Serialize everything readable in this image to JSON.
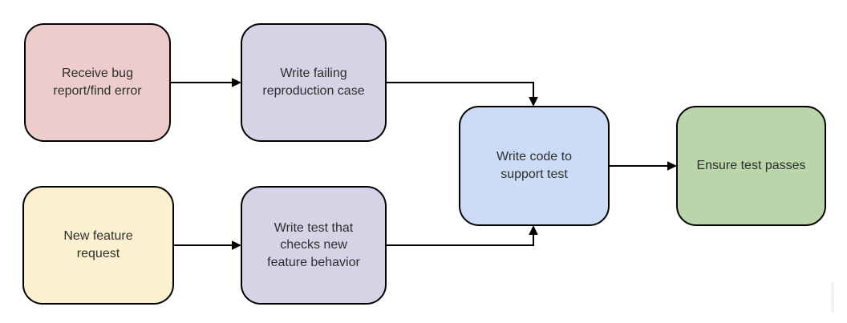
{
  "canvas": {
    "background": "#ffffff",
    "stroke_color": "#000000",
    "text_color": "#2e2e2e"
  },
  "diagram": {
    "type": "flowchart",
    "nodes": [
      {
        "id": "receive-bug",
        "label": "Receive bug\nreport/find error",
        "fill": "#edcdcc"
      },
      {
        "id": "write-failing-repro",
        "label": "Write failing\nreproduction case",
        "fill": "#d8d2e6"
      },
      {
        "id": "new-feature-request",
        "label": "New feature\nrequest",
        "fill": "#fbf1d0"
      },
      {
        "id": "write-test-checks",
        "label": "Write test that\nchecks new\nfeature behavior",
        "fill": "#d8d2e6"
      },
      {
        "id": "write-code-support",
        "label": "Write code to\nsupport test",
        "fill": "#cddcf6"
      },
      {
        "id": "ensure-test-passes",
        "label": "Ensure test passes",
        "fill": "#bad5aa"
      }
    ],
    "edges": [
      {
        "from": "receive-bug",
        "to": "write-failing-repro"
      },
      {
        "from": "write-failing-repro",
        "to": "write-code-support"
      },
      {
        "from": "new-feature-request",
        "to": "write-test-checks"
      },
      {
        "from": "write-test-checks",
        "to": "write-code-support"
      },
      {
        "from": "write-code-support",
        "to": "ensure-test-passes"
      }
    ]
  }
}
